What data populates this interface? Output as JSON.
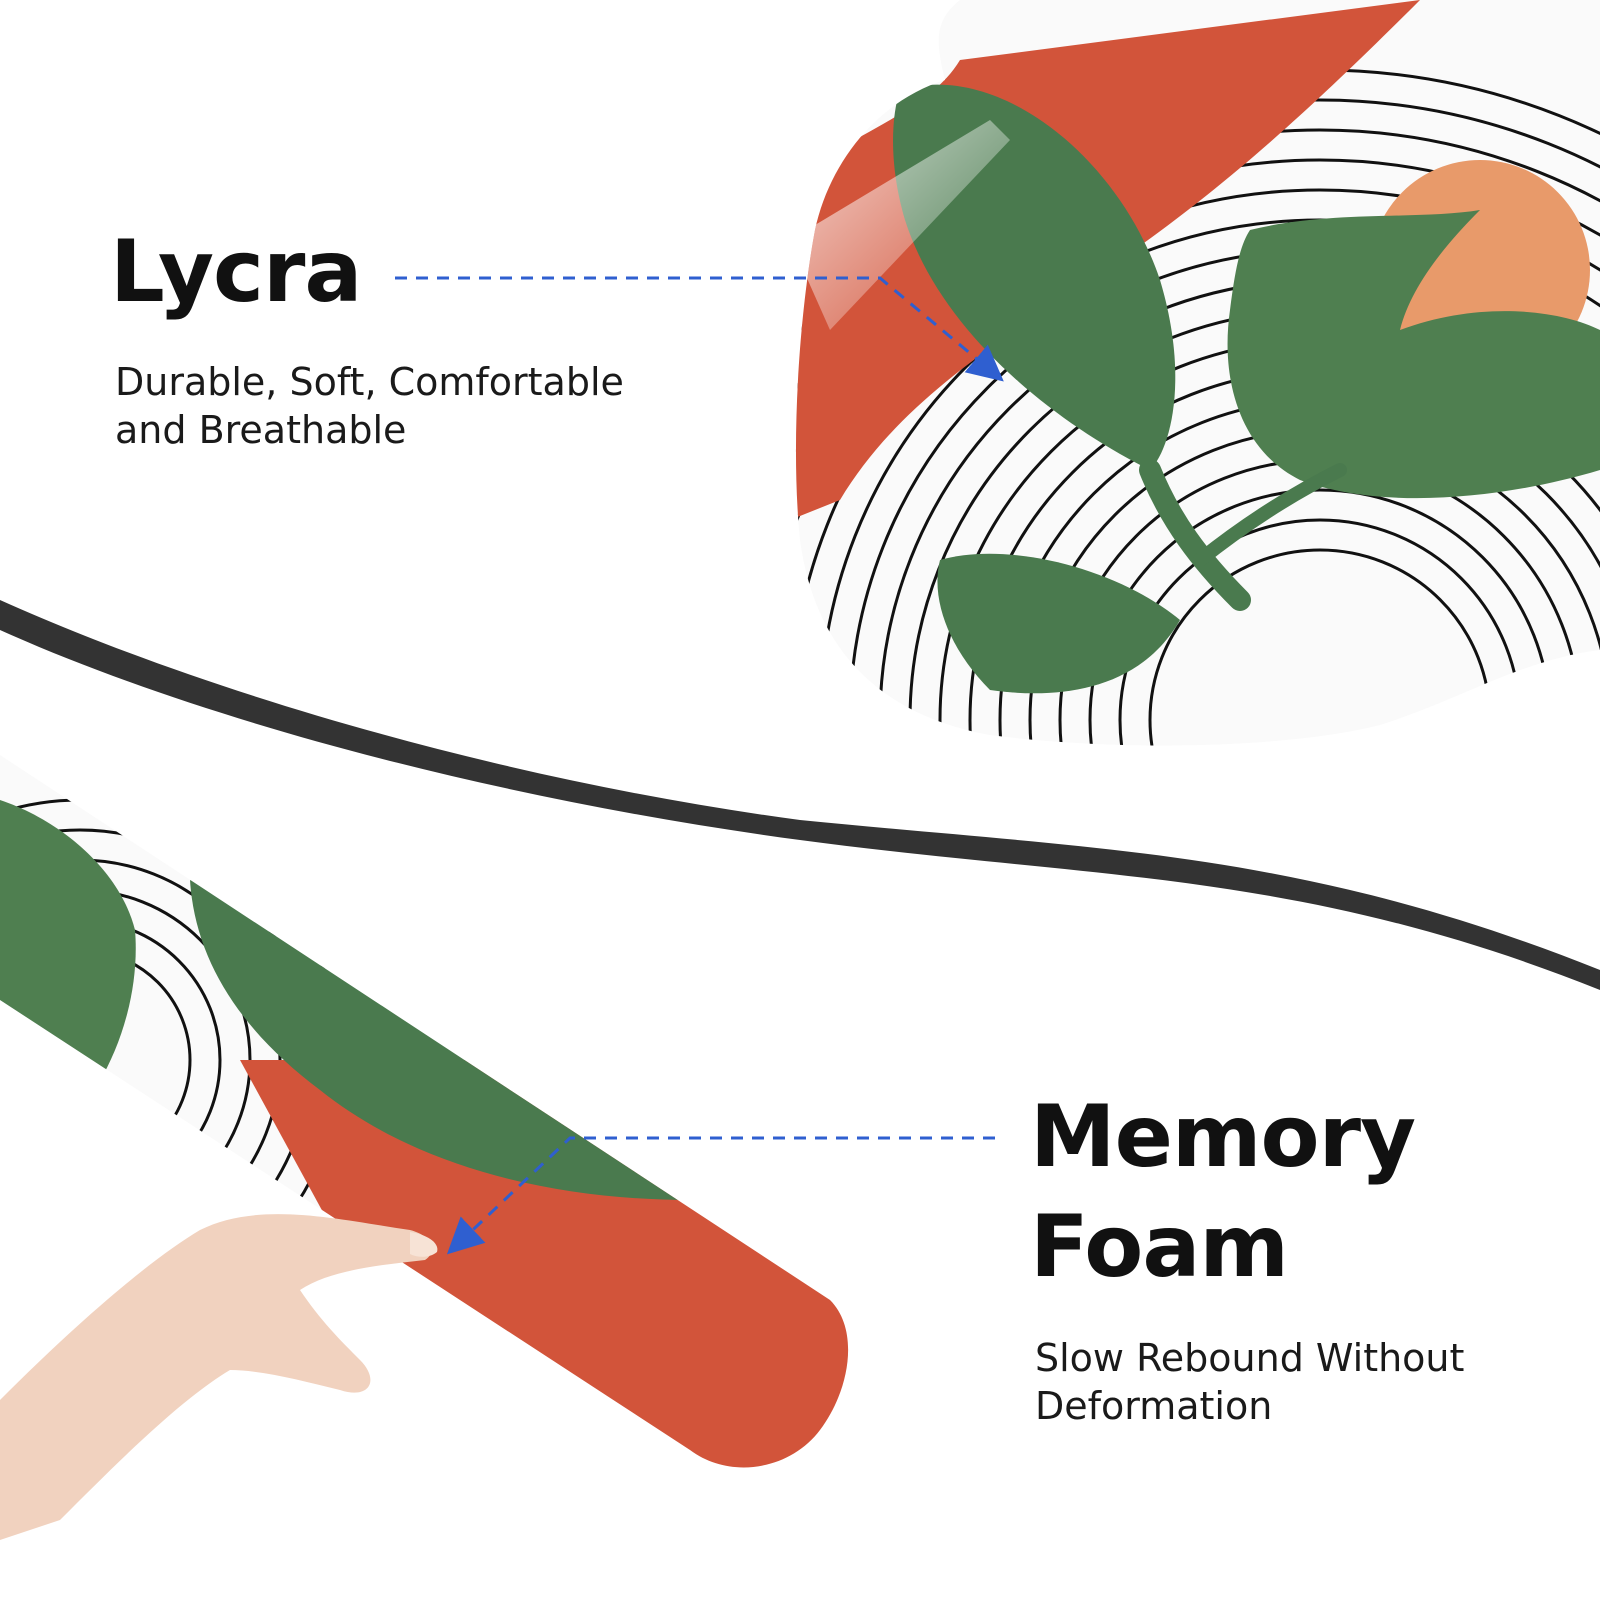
{
  "features": [
    {
      "title": "Lycra",
      "description": "Durable, Soft, Comfortable\nand Breathable"
    },
    {
      "title": "Memory\nFoam",
      "description": "Slow Rebound Without\nDeformation"
    }
  ],
  "colors": {
    "terracotta": "#d2543a",
    "leaf_green": "#4a7a4e",
    "peach": "#e89a6a",
    "charcoal": "#333333",
    "arrow_blue": "#2f5fd0"
  }
}
